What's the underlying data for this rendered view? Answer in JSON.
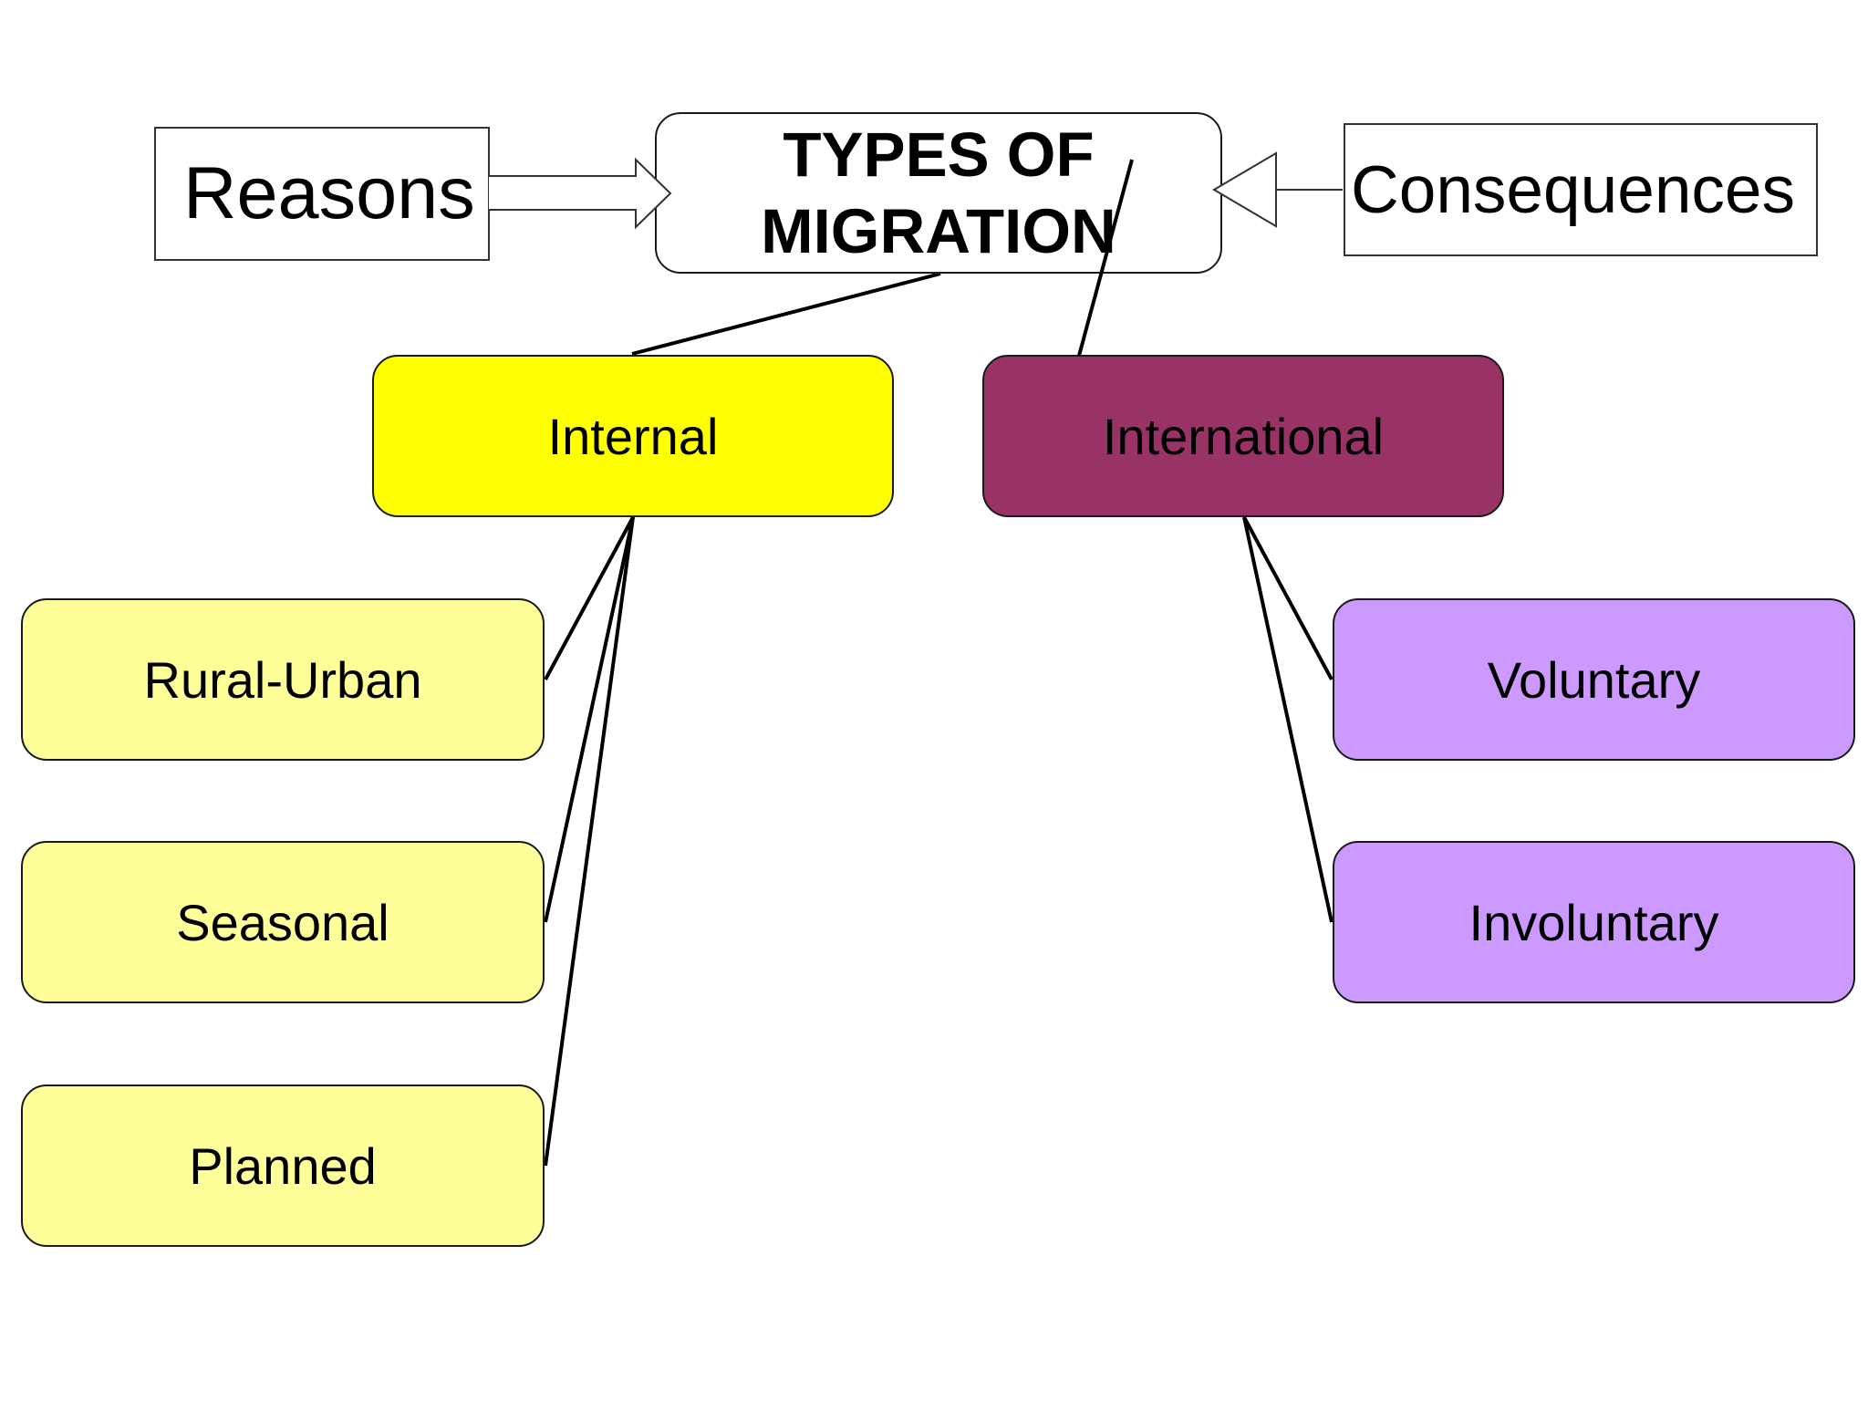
{
  "title": {
    "line1": "TYPES OF",
    "line2": "MIGRATION"
  },
  "side_boxes": {
    "reasons": "Reasons",
    "consequences": "Consequences"
  },
  "categories": {
    "internal": {
      "label": "Internal",
      "color": "#ffff00",
      "children": [
        "Rural-Urban",
        "Seasonal",
        "Planned"
      ],
      "child_color": "#ffff99"
    },
    "international": {
      "label": "International",
      "color": "#993366",
      "children": [
        "Voluntary",
        "Involuntary"
      ],
      "child_color": "#cc99ff"
    }
  }
}
